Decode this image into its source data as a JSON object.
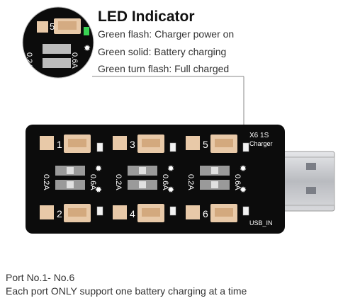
{
  "led_indicator": {
    "title": "LED Indicator",
    "lines": [
      "Green flash: Charger power on",
      "Green solid: Battery charging",
      "Green turn flash: Full charged"
    ]
  },
  "board": {
    "port_numbers": [
      "1",
      "2",
      "3",
      "4",
      "5",
      "6"
    ],
    "current_labels": [
      "0.2A",
      "0.6A"
    ],
    "model_label": "X6 1S",
    "charger_label": "Charger",
    "usb_label": "USB_IN",
    "zoom_port_number": "5",
    "zoom_current_labels": [
      "0.2A",
      "0.6A"
    ]
  },
  "caption": {
    "line1": "Port No.1- No.6",
    "line2": "Each port ONLY support one battery charging at a time"
  },
  "colors": {
    "pcb": "#0c0c0c",
    "connector": "#e8c9a8",
    "led_green": "#39d353",
    "silkscreen": "#ffffff",
    "usb_metal": "#c9cbcf"
  }
}
